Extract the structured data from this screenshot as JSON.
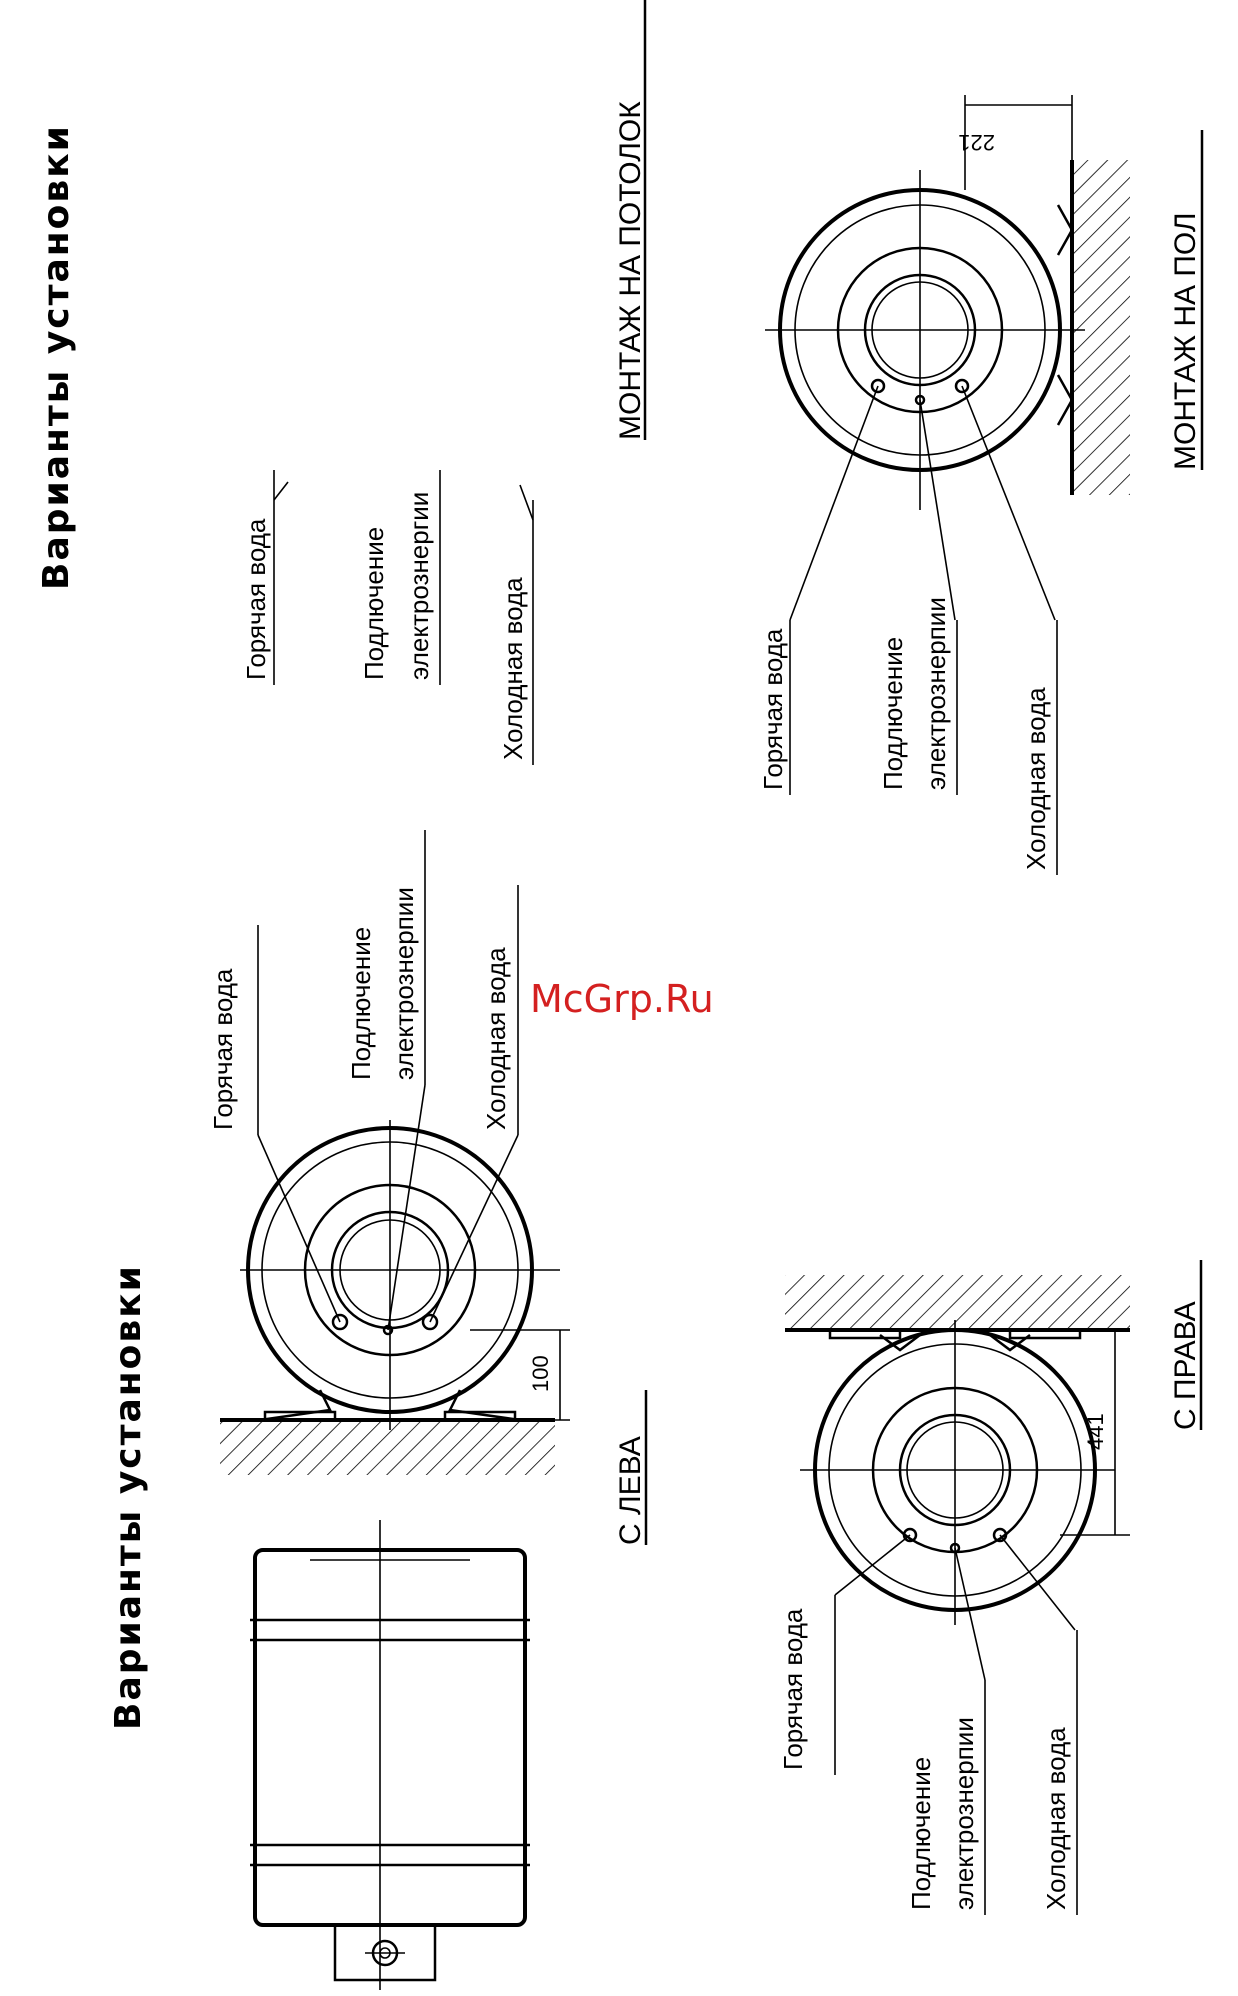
{
  "titles": {
    "top": "Варианты установки",
    "left": "Варианты установки"
  },
  "views": {
    "ceiling": "МОНТАЖ НА ПОТОЛОК",
    "floor": "МОНТАЖ НА ПОЛ",
    "left": "С ЛЕВА",
    "right": "С ПРАВА"
  },
  "labels": {
    "hot_water": "Горячая вода",
    "power_line1": "Подлючение",
    "power_line2": "электрознерпии",
    "power_line2_top": "электрознергии",
    "cold_water": "Холодная вода"
  },
  "dimensions": {
    "floor_view": "221",
    "left_view": "100",
    "right_view": "441"
  },
  "watermark": "McGrp.Ru"
}
